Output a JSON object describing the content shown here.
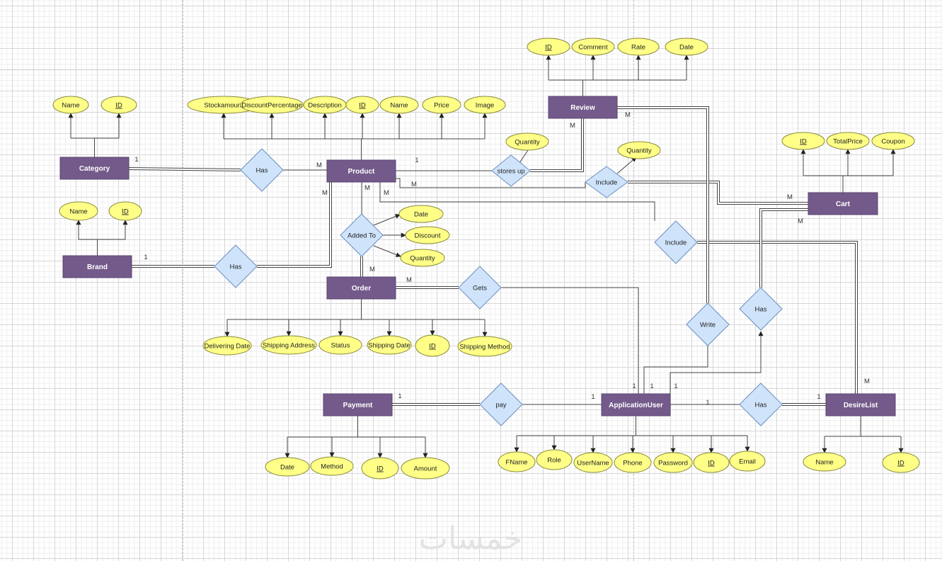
{
  "diagram": {
    "title": "E-commerce ER Diagram",
    "watermark": "خمسات",
    "colors": {
      "entity_fill": "#735a8a",
      "attribute_fill": "#ffff88",
      "relationship_fill": "#cfe4fb",
      "relationship_stroke": "#6c8ebf"
    },
    "entities": [
      {
        "id": "category",
        "label": "Category"
      },
      {
        "id": "product",
        "label": "Product"
      },
      {
        "id": "review",
        "label": "Review"
      },
      {
        "id": "cart",
        "label": "Cart"
      },
      {
        "id": "brand",
        "label": "Brand"
      },
      {
        "id": "order",
        "label": "Order"
      },
      {
        "id": "payment",
        "label": "Payment"
      },
      {
        "id": "applicationuser",
        "label": "ApplicationUser"
      },
      {
        "id": "desirelist",
        "label": "DesireList"
      }
    ],
    "attributes": [
      {
        "owner": "category",
        "label": "Name",
        "key": false
      },
      {
        "owner": "category",
        "label": "ID",
        "key": true
      },
      {
        "owner": "product",
        "label": "Stockamount",
        "key": false
      },
      {
        "owner": "product",
        "label": "DiscountPercentage",
        "key": false
      },
      {
        "owner": "product",
        "label": "Description",
        "key": false
      },
      {
        "owner": "product",
        "label": "ID",
        "key": true
      },
      {
        "owner": "product",
        "label": "Name",
        "key": false
      },
      {
        "owner": "product",
        "label": "Price",
        "key": false
      },
      {
        "owner": "product",
        "label": "Image",
        "key": false
      },
      {
        "owner": "review",
        "label": "ID",
        "key": true
      },
      {
        "owner": "review",
        "label": "Comment",
        "key": false
      },
      {
        "owner": "review",
        "label": "Rate",
        "key": false
      },
      {
        "owner": "review",
        "label": "Date",
        "key": false
      },
      {
        "owner": "cart",
        "label": "ID",
        "key": true
      },
      {
        "owner": "cart",
        "label": "TotalPrice",
        "key": false
      },
      {
        "owner": "cart",
        "label": "Coupon",
        "key": false
      },
      {
        "owner": "brand",
        "label": "Name",
        "key": false
      },
      {
        "owner": "brand",
        "label": "ID",
        "key": true
      },
      {
        "owner": "stores-up",
        "label": "Quantity",
        "key": false
      },
      {
        "owner": "include-cart",
        "label": "Quantity",
        "key": false
      },
      {
        "owner": "added-to",
        "label": "Date",
        "key": false
      },
      {
        "owner": "added-to",
        "label": "Discount",
        "key": false
      },
      {
        "owner": "added-to",
        "label": "Quantity",
        "key": false
      },
      {
        "owner": "order",
        "label": "Delivering Date",
        "key": false
      },
      {
        "owner": "order",
        "label": "Shipping Address",
        "key": false
      },
      {
        "owner": "order",
        "label": "Status",
        "key": false
      },
      {
        "owner": "order",
        "label": "Shipping Date",
        "key": false
      },
      {
        "owner": "order",
        "label": "ID",
        "key": true
      },
      {
        "owner": "order",
        "label": "Shipping Method",
        "key": false
      },
      {
        "owner": "payment",
        "label": "Date",
        "key": false
      },
      {
        "owner": "payment",
        "label": "Method",
        "key": false
      },
      {
        "owner": "payment",
        "label": "ID",
        "key": true
      },
      {
        "owner": "payment",
        "label": "Amount",
        "key": false
      },
      {
        "owner": "applicationuser",
        "label": "FName",
        "key": false
      },
      {
        "owner": "applicationuser",
        "label": "Role",
        "key": false
      },
      {
        "owner": "applicationuser",
        "label": "UserName",
        "key": false
      },
      {
        "owner": "applicationuser",
        "label": "Phone",
        "key": false
      },
      {
        "owner": "applicationuser",
        "label": "Password",
        "key": false
      },
      {
        "owner": "applicationuser",
        "label": "ID",
        "key": true
      },
      {
        "owner": "applicationuser",
        "label": "Email",
        "key": false
      },
      {
        "owner": "desirelist",
        "label": "Name",
        "key": false
      },
      {
        "owner": "desirelist",
        "label": "ID",
        "key": true
      }
    ],
    "relationships": [
      {
        "id": "has-category",
        "label": "Has"
      },
      {
        "id": "has-brand",
        "label": "Has"
      },
      {
        "id": "stores-up",
        "label": "stores up"
      },
      {
        "id": "include-cart",
        "label": "Include"
      },
      {
        "id": "include-desirelist",
        "label": "Include"
      },
      {
        "id": "added-to",
        "label": "Added To"
      },
      {
        "id": "gets",
        "label": "Gets"
      },
      {
        "id": "write",
        "label": "Write"
      },
      {
        "id": "has-cart",
        "label": "Has"
      },
      {
        "id": "pay",
        "label": "pay"
      },
      {
        "id": "has-desirelist",
        "label": "Has"
      }
    ],
    "cardinalities": [
      {
        "near": "category-has",
        "value": "1"
      },
      {
        "near": "product-has-category",
        "value": "M"
      },
      {
        "near": "product-has-brand",
        "value": "M"
      },
      {
        "near": "brand-has",
        "value": "1"
      },
      {
        "near": "product-stores-up",
        "value": "1"
      },
      {
        "near": "review-stores-up",
        "value": "M"
      },
      {
        "near": "review-write",
        "value": "M"
      },
      {
        "near": "product-include-cart",
        "value": "M"
      },
      {
        "near": "product-added-to",
        "value": "M"
      },
      {
        "near": "product-include-desirelist",
        "value": "M"
      },
      {
        "near": "cart-include",
        "value": "M"
      },
      {
        "near": "cart-has",
        "value": "M"
      },
      {
        "near": "order-added-to",
        "value": "M"
      },
      {
        "near": "order-gets",
        "value": "M"
      },
      {
        "near": "payment-pay",
        "value": "1"
      },
      {
        "near": "user-pay",
        "value": "1"
      },
      {
        "near": "user-gets",
        "value": "1"
      },
      {
        "near": "user-write",
        "value": "1"
      },
      {
        "near": "user-has-cart",
        "value": "1"
      },
      {
        "near": "user-has-desirelist",
        "value": "1"
      },
      {
        "near": "desirelist-has",
        "value": "1"
      },
      {
        "near": "desirelist-include",
        "value": "M"
      }
    ]
  }
}
